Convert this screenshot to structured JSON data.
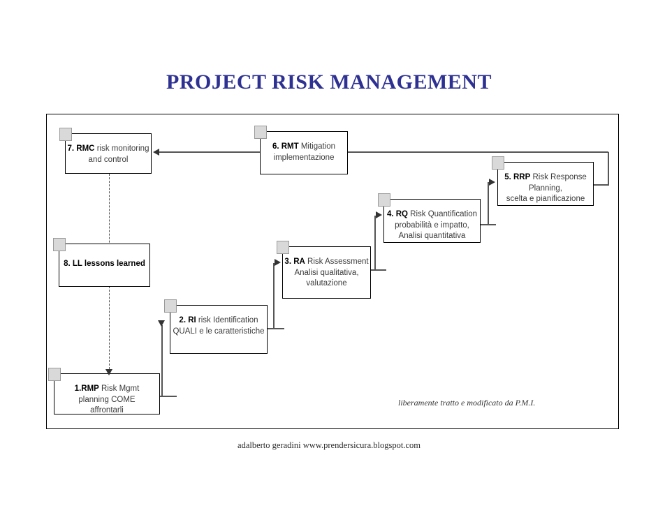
{
  "slide": {
    "title": "PROJECT RISK MANAGEMENT",
    "credit": "liberamente tratto e modificato da P.M.I.",
    "caption": "adalberto geradini www.prendersicura.blogspot.com"
  },
  "colors": {
    "title": "#2e3192",
    "box_border": "#000000",
    "box_fill": "#ffffff",
    "corner_tab": "#d9d9d9",
    "connector": "#555555",
    "text": "#3b3b3b"
  },
  "chart_data": {
    "type": "diagram",
    "title": "PROJECT RISK MANAGEMENT",
    "nodes": [
      {
        "id": "1",
        "code": "1.RMP",
        "code_label": "1.RMP",
        "rest": " Risk Mgmt",
        "lines": [
          "1.RMP Risk Mgmt",
          "planning COME",
          "affrontarli"
        ]
      },
      {
        "id": "2",
        "code": "2. RI",
        "code_label": "2. RI",
        "rest": " risk Identification",
        "lines": [
          "2. RI risk Identification",
          "QUALI e le caratteristiche"
        ]
      },
      {
        "id": "3",
        "code": "3. RA",
        "code_label": "3. RA",
        "rest": " Risk Assessment",
        "lines": [
          "3. RA Risk Assessment",
          "Analisi qualitativa,",
          "valutazione"
        ]
      },
      {
        "id": "4",
        "code": "4. RQ",
        "code_label": "4. RQ",
        "rest": " Risk Quantification",
        "lines": [
          "4. RQ Risk Quantification",
          "probabilità e impatto,",
          "Analisi quantitativa"
        ]
      },
      {
        "id": "5",
        "code": "5. RRP",
        "code_label": "5. RRP",
        "rest": " Risk Response",
        "lines": [
          "5. RRP Risk Response",
          "Planning,",
          "scelta e  pianificazione"
        ]
      },
      {
        "id": "6",
        "code": "6. RMT",
        "code_label": "6. RMT",
        "rest": " Mitigation",
        "lines": [
          "6. RMT Mitigation",
          "implementazione"
        ]
      },
      {
        "id": "7",
        "code": "7. RMC",
        "code_label": "7. RMC",
        "rest": " risk monitoring",
        "lines": [
          "7. RMC risk monitoring",
          "and control"
        ]
      },
      {
        "id": "8",
        "code": "8. LL",
        "code_label": "8. LL",
        "rest": " lessons learned",
        "lines": [
          "8. LL lessons learned"
        ]
      }
    ],
    "edges": [
      {
        "from": "1",
        "to": "2",
        "style": "solid"
      },
      {
        "from": "2",
        "to": "3",
        "style": "solid"
      },
      {
        "from": "3",
        "to": "4",
        "style": "solid"
      },
      {
        "from": "4",
        "to": "5",
        "style": "solid"
      },
      {
        "from": "5",
        "to": "7",
        "style": "solid"
      },
      {
        "from": "7",
        "to": "1",
        "style": "dashed"
      }
    ]
  },
  "boxes": {
    "b7": {
      "code": "7. RMC",
      "l1rest": " risk monitoring",
      "l2": "and control"
    },
    "b6": {
      "code": "6. RMT",
      "l1rest": " Mitigation",
      "l2": "implementazione"
    },
    "b5": {
      "code": "5. RRP",
      "l1rest": " Risk Response",
      "l2": "Planning,",
      "l3": "scelta e  pianificazione"
    },
    "b4": {
      "code": "4. RQ",
      "l1rest": " Risk Quantification",
      "l2": "probabilità e impatto,",
      "l3": "Analisi quantitativa"
    },
    "b3": {
      "code": "3. RA",
      "l1rest": " Risk Assessment",
      "l2": "Analisi qualitativa,",
      "l3": "valutazione"
    },
    "b2": {
      "code": "2. RI",
      "l1rest": " risk Identification",
      "l2": "QUALI e le caratteristiche"
    },
    "b8": {
      "full": "8. LL lessons learned"
    },
    "b1": {
      "code": "1.RMP",
      "l1rest": " Risk Mgmt",
      "l2": "planning COME",
      "l3": "affrontarli"
    }
  }
}
